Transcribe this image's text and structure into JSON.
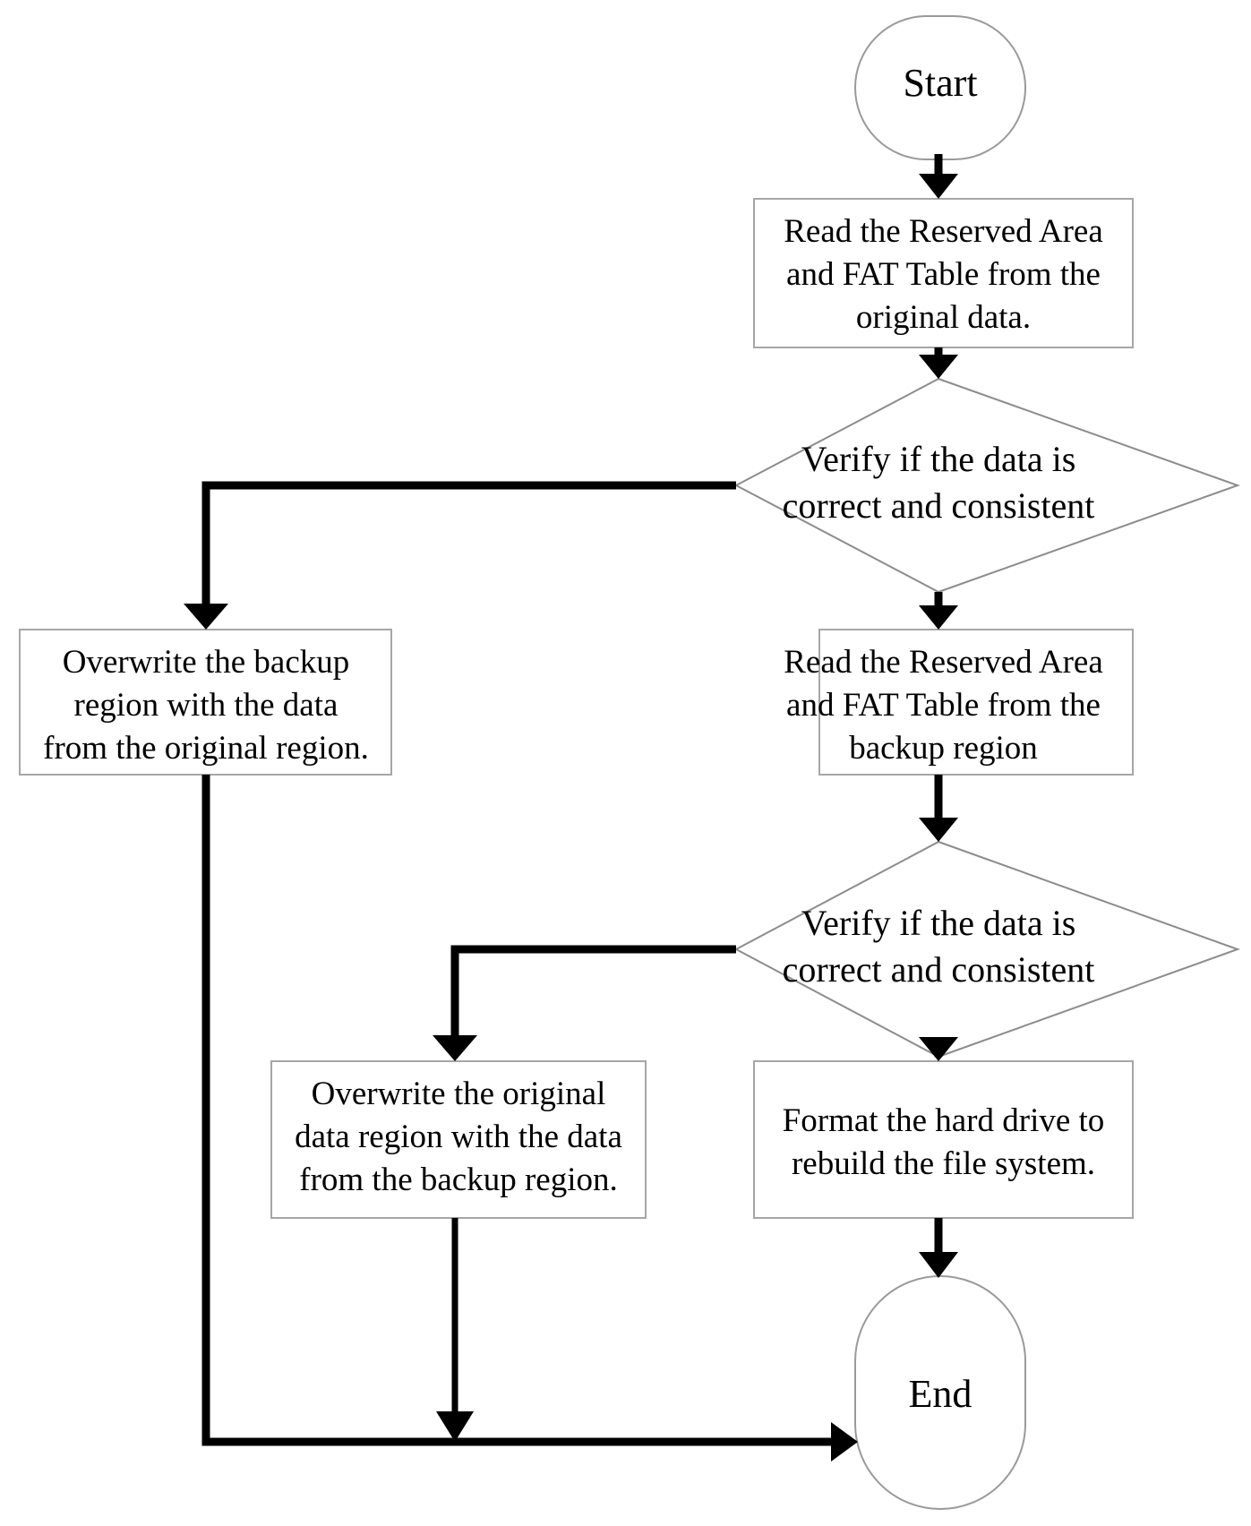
{
  "diagram": {
    "title": "FAT file system recovery flowchart",
    "type": "flowchart",
    "background_color": "#ffffff",
    "shape_border_color": "#a6a6a6",
    "connector_color": "#000000",
    "text_color": "#000000"
  },
  "nodes": {
    "start": {
      "label": "Start",
      "shape": "terminal"
    },
    "read_original": {
      "shape": "process",
      "lines": [
        "Read the Reserved Area",
        "and FAT Table from the",
        "original data."
      ]
    },
    "verify_original": {
      "shape": "decision",
      "lines": [
        "Verify if the data is",
        "correct and consistent"
      ]
    },
    "overwrite_backup": {
      "shape": "process",
      "lines": [
        "Overwrite the backup",
        "region with the data",
        "from the original region."
      ]
    },
    "read_backup": {
      "shape": "process",
      "lines": [
        "Read the Reserved Area",
        "and FAT Table from the",
        "backup region"
      ]
    },
    "verify_backup": {
      "shape": "decision",
      "lines": [
        "Verify if the data is",
        "correct and consistent"
      ]
    },
    "overwrite_original": {
      "shape": "process",
      "lines": [
        "Overwrite the original",
        "data region with the data",
        "from the backup region."
      ]
    },
    "format_drive": {
      "shape": "process",
      "lines": [
        "Format the hard drive to",
        "rebuild the file system."
      ]
    },
    "end": {
      "label": "End",
      "shape": "terminal"
    }
  },
  "edges": [
    {
      "name": "start-to-read-original",
      "from": "start",
      "to": "read_original",
      "label": ""
    },
    {
      "name": "read-original-to-verify-original",
      "from": "read_original",
      "to": "verify_original",
      "label": ""
    },
    {
      "name": "verify-original-left-to-overwrite-backup",
      "from": "verify_original",
      "to": "overwrite_backup",
      "label": ""
    },
    {
      "name": "verify-original-down-to-read-backup",
      "from": "verify_original",
      "to": "read_backup",
      "label": ""
    },
    {
      "name": "read-backup-to-verify-backup",
      "from": "read_backup",
      "to": "verify_backup",
      "label": ""
    },
    {
      "name": "verify-backup-left-to-overwrite-original",
      "from": "verify_backup",
      "to": "overwrite_original",
      "label": ""
    },
    {
      "name": "verify-backup-down-to-format-drive",
      "from": "verify_backup",
      "to": "format_drive",
      "label": ""
    },
    {
      "name": "overwrite-backup-to-end",
      "from": "overwrite_backup",
      "to": "end",
      "label": ""
    },
    {
      "name": "overwrite-original-to-end",
      "from": "overwrite_original",
      "to": "end",
      "label": ""
    },
    {
      "name": "format-drive-to-end",
      "from": "format_drive",
      "to": "end",
      "label": ""
    }
  ]
}
